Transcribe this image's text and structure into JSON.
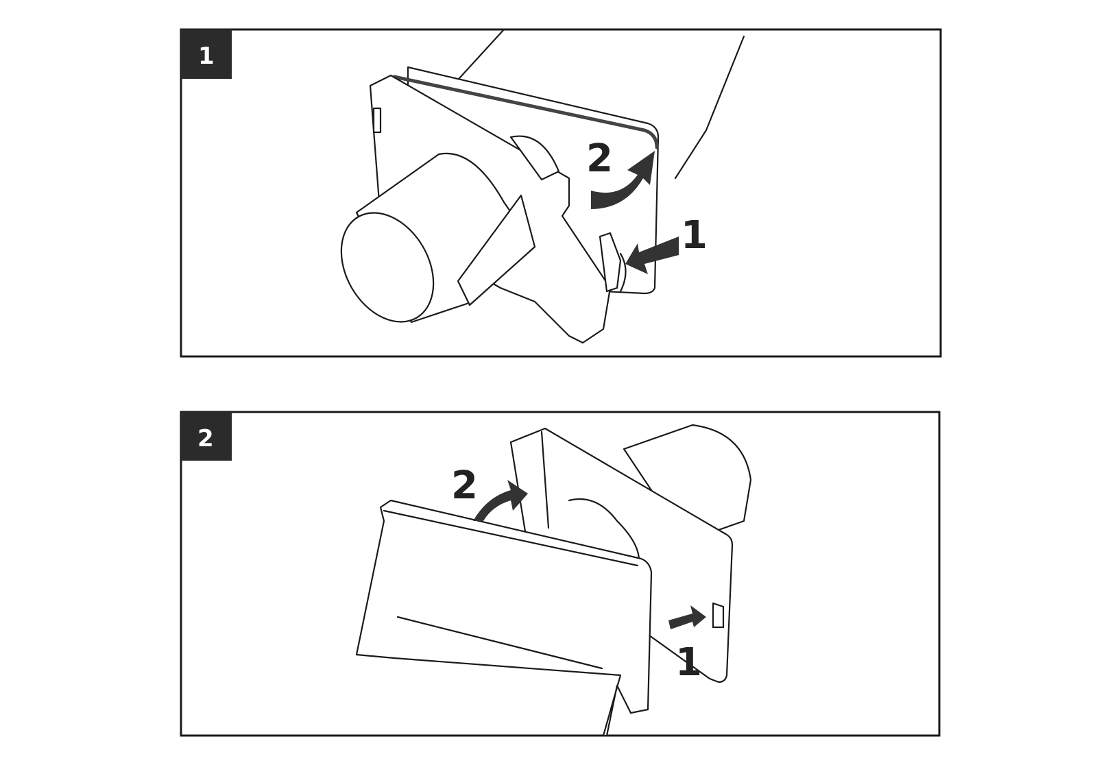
{
  "panels": [
    {
      "badge": "1",
      "steps": [
        "1",
        "2"
      ]
    },
    {
      "badge": "2",
      "steps": [
        "1",
        "2"
      ]
    }
  ],
  "colors": {
    "badge_bg": "#2b2b2b",
    "frame": "#1a1a1a",
    "arrow": "#333333"
  }
}
